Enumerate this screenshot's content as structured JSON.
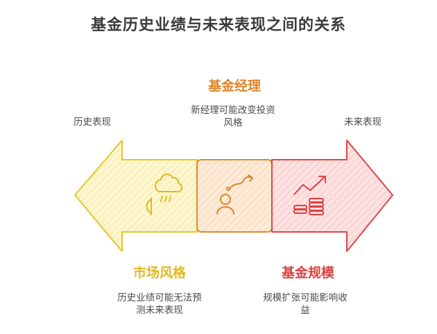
{
  "title": "基金历史业绩与未来表现之间的关系",
  "left_end_label": "历史表现",
  "right_end_label": "未来表现",
  "sections": [
    {
      "heading": "市场风格",
      "description_lines": [
        "历史业绩可能无法预",
        "测未来表现"
      ],
      "color": "#e8c62a",
      "icon": "weather-rain-icon"
    },
    {
      "heading": "基金经理",
      "description_lines": [
        "新经理可能改变投资",
        "风格"
      ],
      "color": "#e08a2a",
      "icon": "manager-path-icon"
    },
    {
      "heading": "基金规模",
      "description_lines": [
        "规模扩张可能影响收",
        "益"
      ],
      "color": "#e04444",
      "icon": "growth-coins-icon"
    }
  ]
}
